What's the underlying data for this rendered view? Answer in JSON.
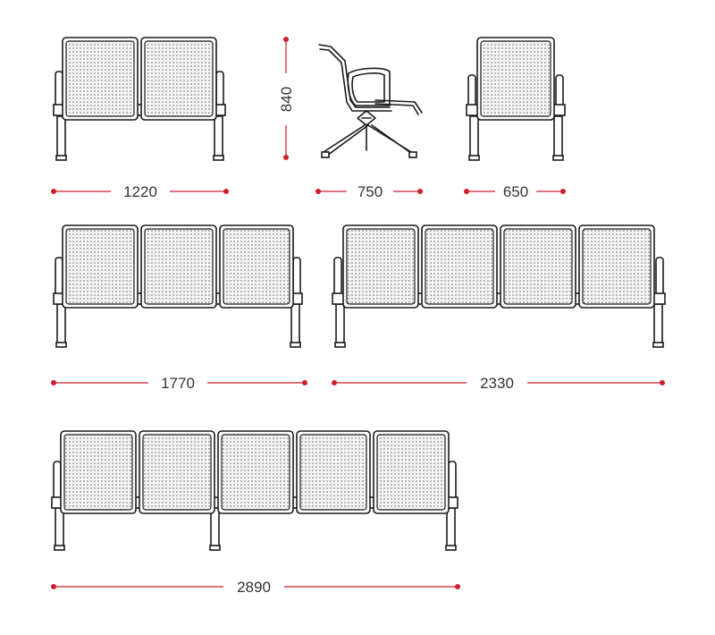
{
  "colors": {
    "dimension": "#cc1f2d",
    "outline": "#1a1a1a",
    "perforation": "#8a8a8a",
    "text": "#333333"
  },
  "units": [
    "1220",
    "750",
    "650",
    "1770",
    "2330",
    "2890"
  ],
  "height_label": "840",
  "views": [
    {
      "id": "two-seat",
      "seats": 2,
      "width_label": "1220"
    },
    {
      "id": "side",
      "seats": 1,
      "width_label": "750"
    },
    {
      "id": "single-front",
      "seats": 1,
      "width_label": "650"
    },
    {
      "id": "three-seat",
      "seats": 3,
      "width_label": "1770"
    },
    {
      "id": "four-seat",
      "seats": 4,
      "width_label": "2330"
    },
    {
      "id": "five-seat",
      "seats": 5,
      "width_label": "2890"
    }
  ]
}
